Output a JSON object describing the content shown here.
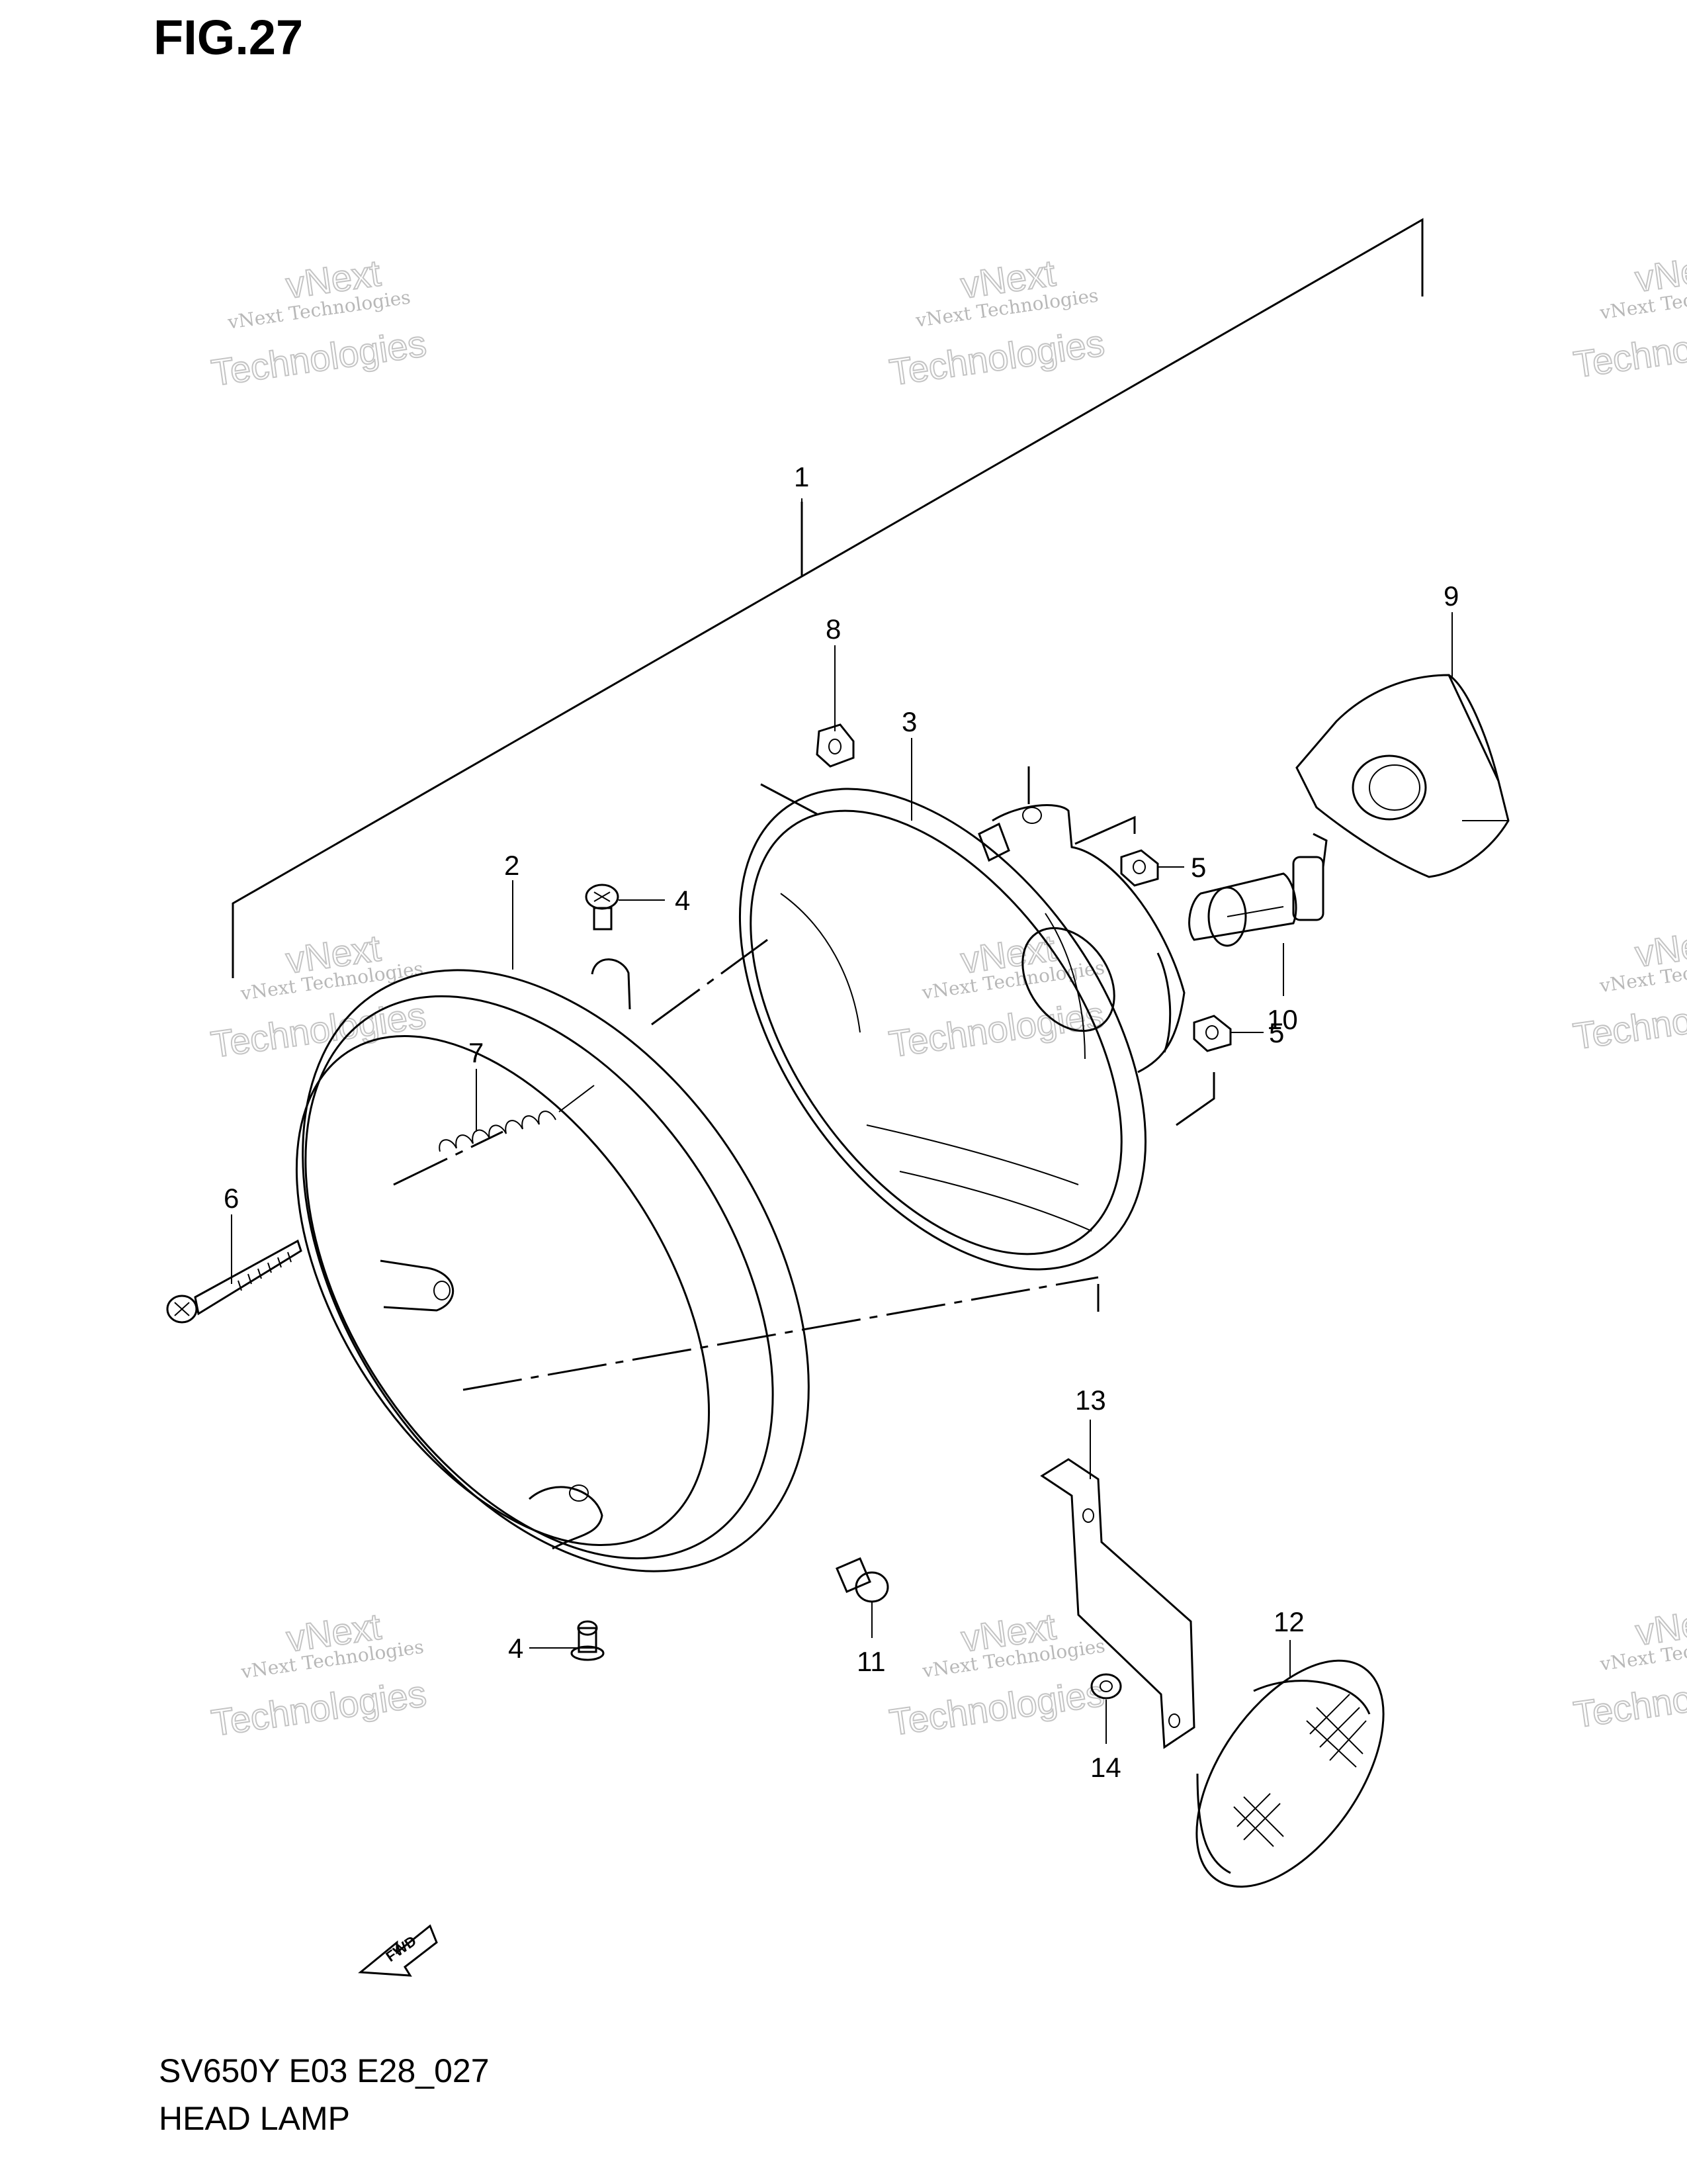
{
  "figure": {
    "title": "FIG.27",
    "drawing_code": "SV650Y E03 E28_027",
    "drawing_name": "HEAD LAMP"
  },
  "callouts": {
    "c1": "1",
    "c2": "2",
    "c3": "3",
    "c4a": "4",
    "c4b": "4",
    "c5a": "5",
    "c5b": "5",
    "c6": "6",
    "c7": "7",
    "c8": "8",
    "c9": "9",
    "c10": "10",
    "c11": "11",
    "c12": "12",
    "c13": "13",
    "c14": "14"
  },
  "fwd_arrow_label": "FWD",
  "watermark": {
    "brand_line": "vNext Technologies",
    "word_1": "vNext",
    "word_2": "Technologies"
  },
  "colors": {
    "ink": "#000000",
    "watermark": "#c4c4c4",
    "background": "#ffffff"
  }
}
